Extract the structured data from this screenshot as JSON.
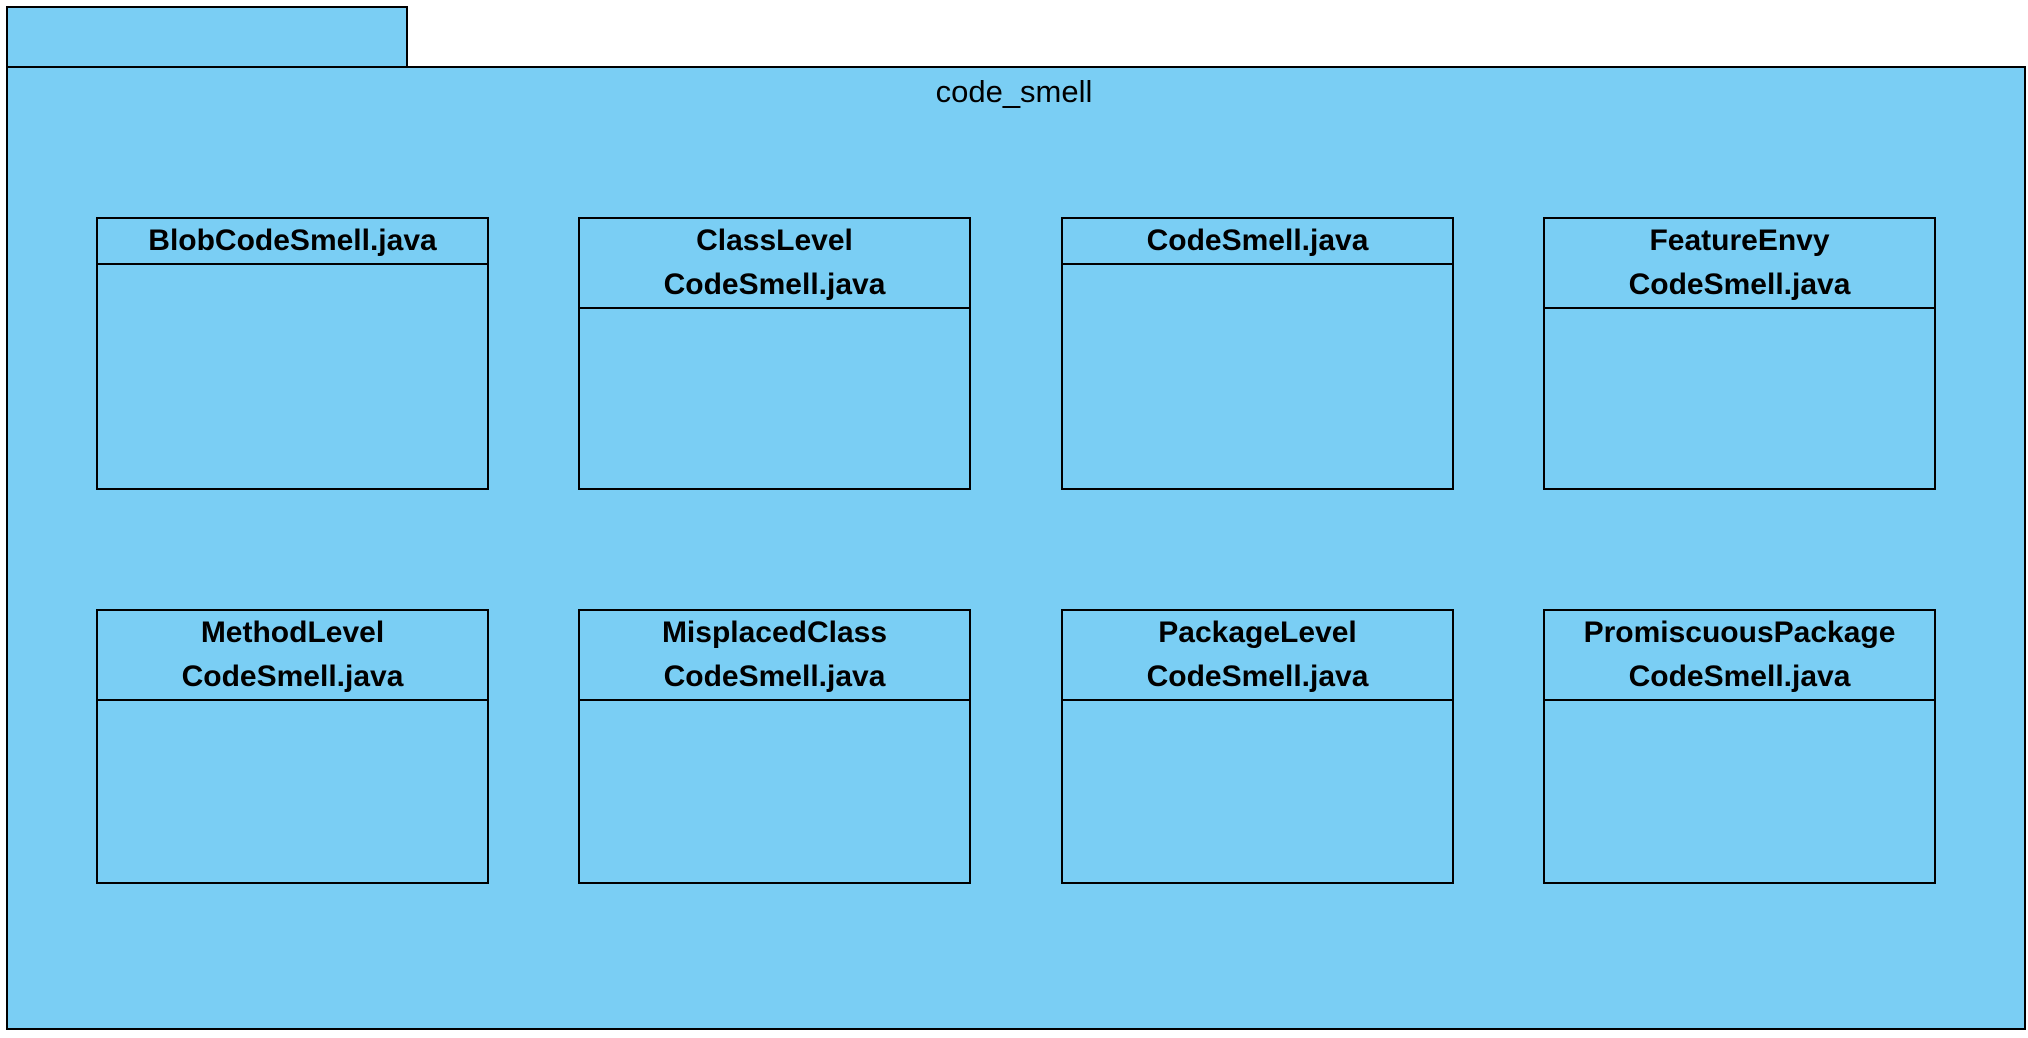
{
  "package": {
    "name": "code_smell",
    "fill_color": "#7ACEF4",
    "border_color": "#000000"
  },
  "classes": [
    {
      "name_lines": [
        "BlobCodeSmell.java"
      ]
    },
    {
      "name_lines": [
        "ClassLevel",
        "CodeSmell.java"
      ]
    },
    {
      "name_lines": [
        "CodeSmell.java"
      ]
    },
    {
      "name_lines": [
        "FeatureEnvy",
        "CodeSmell.java"
      ]
    },
    {
      "name_lines": [
        "MethodLevel",
        "CodeSmell.java"
      ]
    },
    {
      "name_lines": [
        "MisplacedClass",
        "CodeSmell.java"
      ]
    },
    {
      "name_lines": [
        "PackageLevel",
        "CodeSmell.java"
      ]
    },
    {
      "name_lines": [
        "PromiscuousPackage",
        "CodeSmell.java"
      ]
    }
  ]
}
